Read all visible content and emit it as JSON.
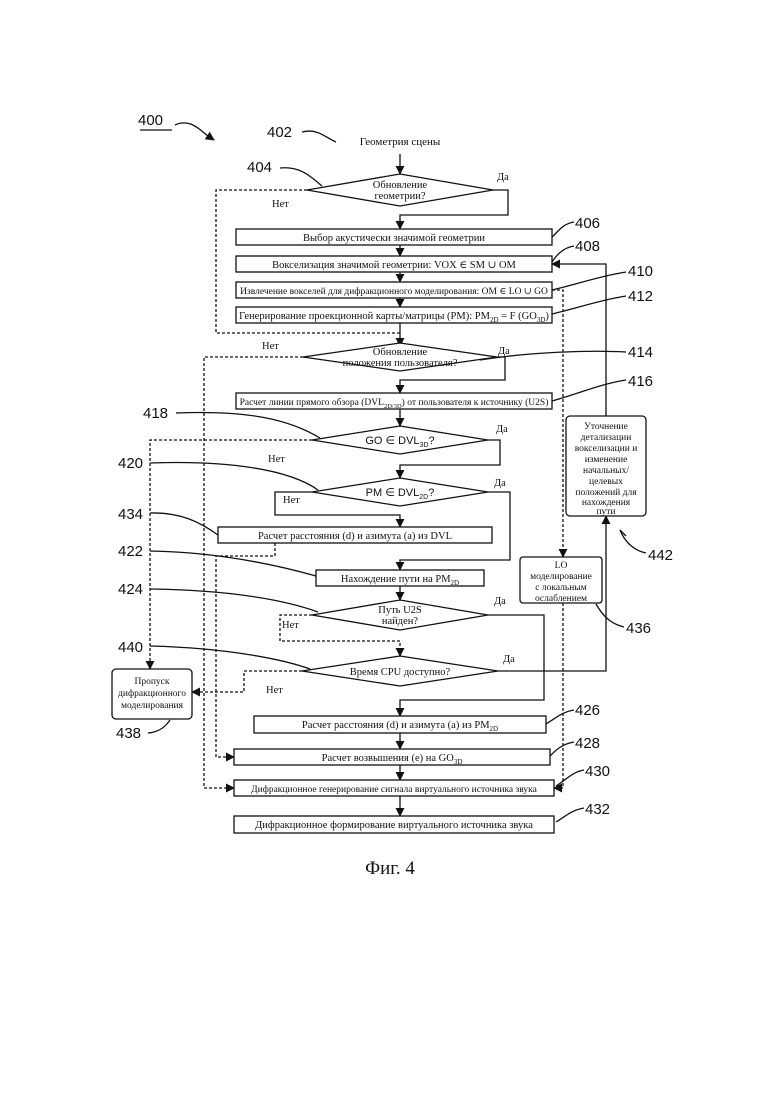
{
  "figure": {
    "ref_main": "400",
    "caption": "Фиг. 4"
  },
  "nodes": {
    "n402": {
      "ref": "402",
      "text": "Геометрия сцены"
    },
    "n404": {
      "ref": "404",
      "line1": "Обновление",
      "line2": "геометрии?"
    },
    "n406": {
      "ref": "406",
      "text": "Выбор акустически значимой геометрии"
    },
    "n408": {
      "ref": "408",
      "text": "Вокселизация значимой геометрии: VOX ∈ SM ∪ OM"
    },
    "n410": {
      "ref": "410",
      "text": "Извлечение вокселей для дифракционного моделирования: OM ∈ LO ∪ GO"
    },
    "n412": {
      "ref": "412",
      "text_a": "Генерирование проекционной карты/матрицы (PM): PM",
      "sub_a": "2D",
      "text_b": " = F (GO",
      "sub_b": "3D",
      "text_c": ")"
    },
    "n414": {
      "ref": "414",
      "line1": "Обновление",
      "line2": "положения пользователя?"
    },
    "n416": {
      "ref": "416",
      "text_a": "Расчет линии прямого обзора (DVL",
      "sub_a": "2D/3D",
      "text_b": ") от пользователя к источнику (U2S)"
    },
    "n418": {
      "ref": "418",
      "text_a": "GO ∈ DVL",
      "sub_a": "3D",
      "text_b": "?"
    },
    "n420": {
      "ref": "420",
      "text_a": "PM ∈ DVL",
      "sub_a": "2D",
      "text_b": "?"
    },
    "n434": {
      "ref": "434",
      "text": "Расчет расстояния (d) и азимута (a) из DVL"
    },
    "n422": {
      "ref": "422",
      "text_a": "Нахождение пути на PM",
      "sub_a": "2D"
    },
    "n424": {
      "ref": "424",
      "line1": "Путь U2S",
      "line2": "найден?"
    },
    "n440": {
      "ref": "440",
      "text": "Время CPU доступно?"
    },
    "n438": {
      "ref": "438",
      "line1": "Пропуск",
      "line2": "дифракционного",
      "line3": "моделирования"
    },
    "n436": {
      "ref": "436",
      "line1": "LO",
      "line2": "моделирование",
      "line3": "с локальным",
      "line4": "ослаблением"
    },
    "n442": {
      "ref": "442",
      "line1": "Уточнение",
      "line2": "детализации",
      "line3": "вокселизации и",
      "line4": "изменение",
      "line5": "начальных/",
      "line6": "целевых",
      "line7": "положений для",
      "line8": "нахождения",
      "line9": "пути"
    },
    "n426": {
      "ref": "426",
      "text_a": "Расчет расстояния (d) и азимута (a) из PM",
      "sub_a": "2D"
    },
    "n428": {
      "ref": "428",
      "text_a": "Расчет возвышения (e) на GO",
      "sub_a": "3D"
    },
    "n430": {
      "ref": "430",
      "text": "Дифракционное генерирование сигнала виртуального источника звука"
    },
    "n432": {
      "ref": "432",
      "text": "Дифракционное формирование виртуального источника звука"
    }
  },
  "labels": {
    "yes": "Да",
    "no": "Нет"
  }
}
